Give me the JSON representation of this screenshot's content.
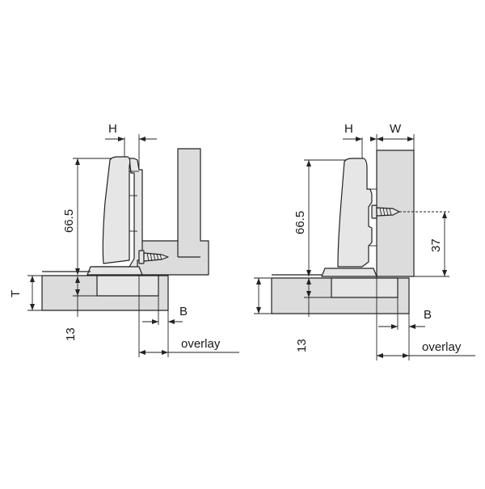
{
  "diagram": {
    "left": {
      "labels": {
        "h": "H",
        "height": "66.5",
        "t": "T",
        "d13": "13",
        "b": "B",
        "overlay": "overlay"
      }
    },
    "right": {
      "labels": {
        "h": "H",
        "w": "W",
        "height": "66.5",
        "d37": "37",
        "d13": "13",
        "b": "B",
        "overlay": "overlay"
      }
    },
    "colors": {
      "panel": "#dcdcdc",
      "line": "#222222"
    }
  }
}
